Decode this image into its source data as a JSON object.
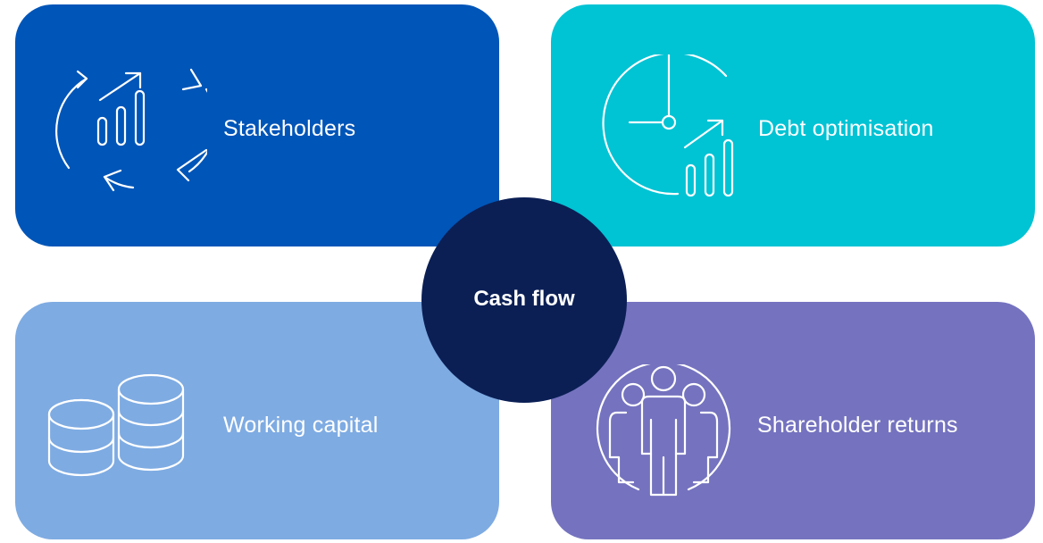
{
  "hub": {
    "label": "Cash flow",
    "color": "#0b1f55"
  },
  "tiles": [
    {
      "label": "Stakeholders",
      "icon": "stakeholders-cycle-growth-icon",
      "color": "#0055b8"
    },
    {
      "label": "Debt optimisation",
      "icon": "clock-growth-icon",
      "color": "#00c3d4"
    },
    {
      "label": "Working capital",
      "icon": "coin-stacks-icon",
      "color": "#7eabe2"
    },
    {
      "label": "Shareholder returns",
      "icon": "people-group-icon",
      "color": "#7573bf"
    }
  ]
}
